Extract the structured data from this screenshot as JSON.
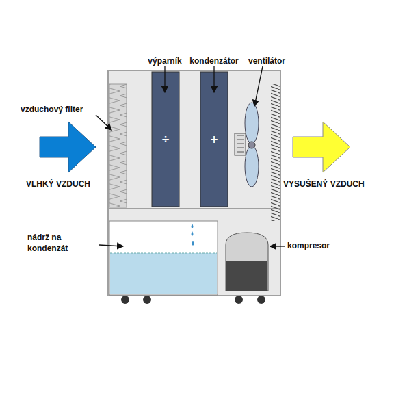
{
  "diagram": {
    "nodes": [
      {
        "text": [
          "÷"
        ]
      },
      {
        "text": [
          "+"
        ]
      }
    ],
    "labels": [
      "výparník",
      "kondenzátor",
      "ventilátor",
      "vzduchový filter",
      "VLHKÝ VZDUCH",
      "VYSUŠENÝ VZDUCH",
      "nádrž na kondenzát",
      "kompresor"
    ]
  }
}
